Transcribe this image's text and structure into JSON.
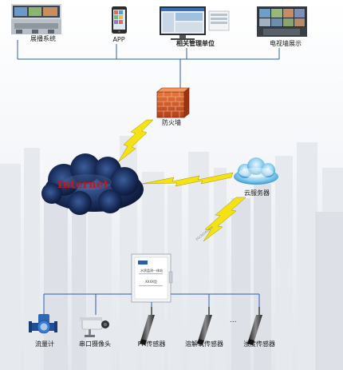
{
  "top": {
    "display_system": "展播系统",
    "app": "APP",
    "management": "相关管理单位",
    "video_wall": "电视墙展示"
  },
  "firewall": "防火墙",
  "internet": "Internet",
  "cloud_server": "云服务器",
  "link_label": "2G/3G/4G/5G",
  "device": {
    "title": "水质监测一体站",
    "code": "XXXX型"
  },
  "ellipsis": "...",
  "sensors": [
    {
      "label": "流量计"
    },
    {
      "label": "串口摄像头"
    },
    {
      "label": "PH传感器"
    },
    {
      "label": "溶解氧传感器"
    },
    {
      "label": "浊度传感器"
    }
  ]
}
